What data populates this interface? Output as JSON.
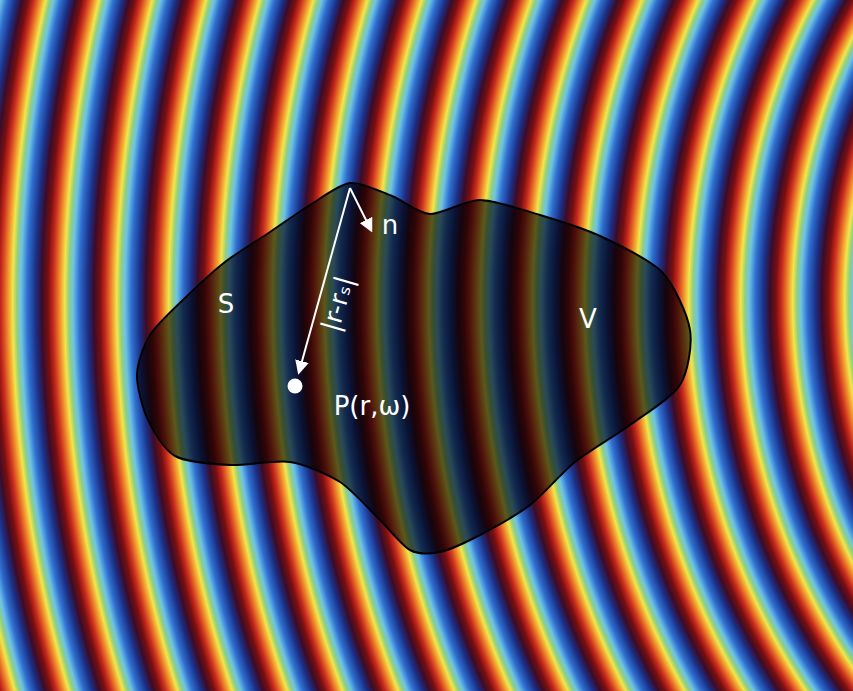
{
  "diagram": {
    "labels": [
      "n",
      "S",
      "|r-rₛ|",
      "V",
      "P(r,ω)"
    ]
  }
}
